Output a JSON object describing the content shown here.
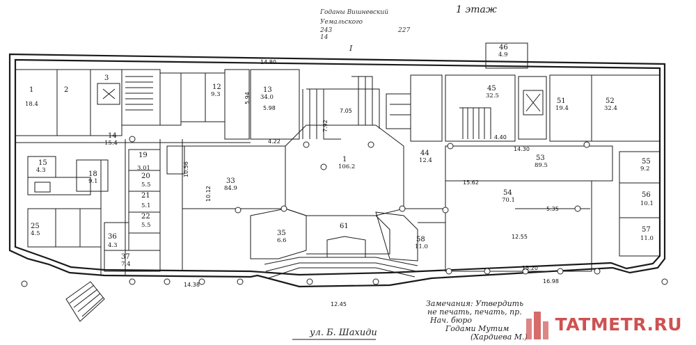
{
  "header": {
    "line1": "Годаны  Вишневский",
    "line2": "Уемальского",
    "line3": "243",
    "line4": "14",
    "floor_label": "1 этаж",
    "code": "227",
    "plan_no": "I"
  },
  "street_label": "ул. Б. Шахиди",
  "note_lines": [
    "Замечания: Утвердить",
    "не печать, печать, пр.",
    "Нач. бюро",
    "Годами Мутим",
    "(Хардиева М.)"
  ],
  "watermark": {
    "text": "TATMETR.RU",
    "accent": "#c83a3a"
  },
  "rooms": [
    {
      "n": "1",
      "a": "18.4"
    },
    {
      "n": "2",
      "a": ""
    },
    {
      "n": "3",
      "a": ""
    },
    {
      "n": "12",
      "a": "9.3"
    },
    {
      "n": "13",
      "a": "34.0"
    },
    {
      "n": "14",
      "a": "15.4"
    },
    {
      "n": "15",
      "a": "4.3"
    },
    {
      "n": "18",
      "a": "9.1"
    },
    {
      "n": "19",
      "a": "3.01"
    },
    {
      "n": "20",
      "a": "5.5"
    },
    {
      "n": "21",
      "a": "5.1"
    },
    {
      "n": "22",
      "a": "5.5"
    },
    {
      "n": "25",
      "a": "4.5"
    },
    {
      "n": "33",
      "a": "84.9"
    },
    {
      "n": "35",
      "a": "6.6"
    },
    {
      "n": "36",
      "a": "4.3"
    },
    {
      "n": "37",
      "a": "7.4"
    },
    {
      "n": "44",
      "a": "12.4"
    },
    {
      "n": "45",
      "a": "32.5"
    },
    {
      "n": "46",
      "a": "4.9"
    },
    {
      "n": "51",
      "a": "19.4"
    },
    {
      "n": "52",
      "a": "32.4"
    },
    {
      "n": "53",
      "a": "89.5"
    },
    {
      "n": "54",
      "a": "70.1"
    },
    {
      "n": "55",
      "a": "9.2"
    },
    {
      "n": "56",
      "a": "10.1"
    },
    {
      "n": "57",
      "a": "11.0"
    },
    {
      "n": "58",
      "a": "11.0"
    },
    {
      "n": "61",
      "a": ""
    },
    {
      "n": "1",
      "a": "106.2"
    }
  ],
  "dimensions": [
    "14.80",
    "14.38",
    "12.45",
    "16.98",
    "15.20",
    "15.62",
    "12.55",
    "10.56",
    "10.12",
    "7.05",
    "7.92",
    "5.94",
    "5.98",
    "4.22",
    "14.30",
    "5.35",
    "4.40"
  ]
}
